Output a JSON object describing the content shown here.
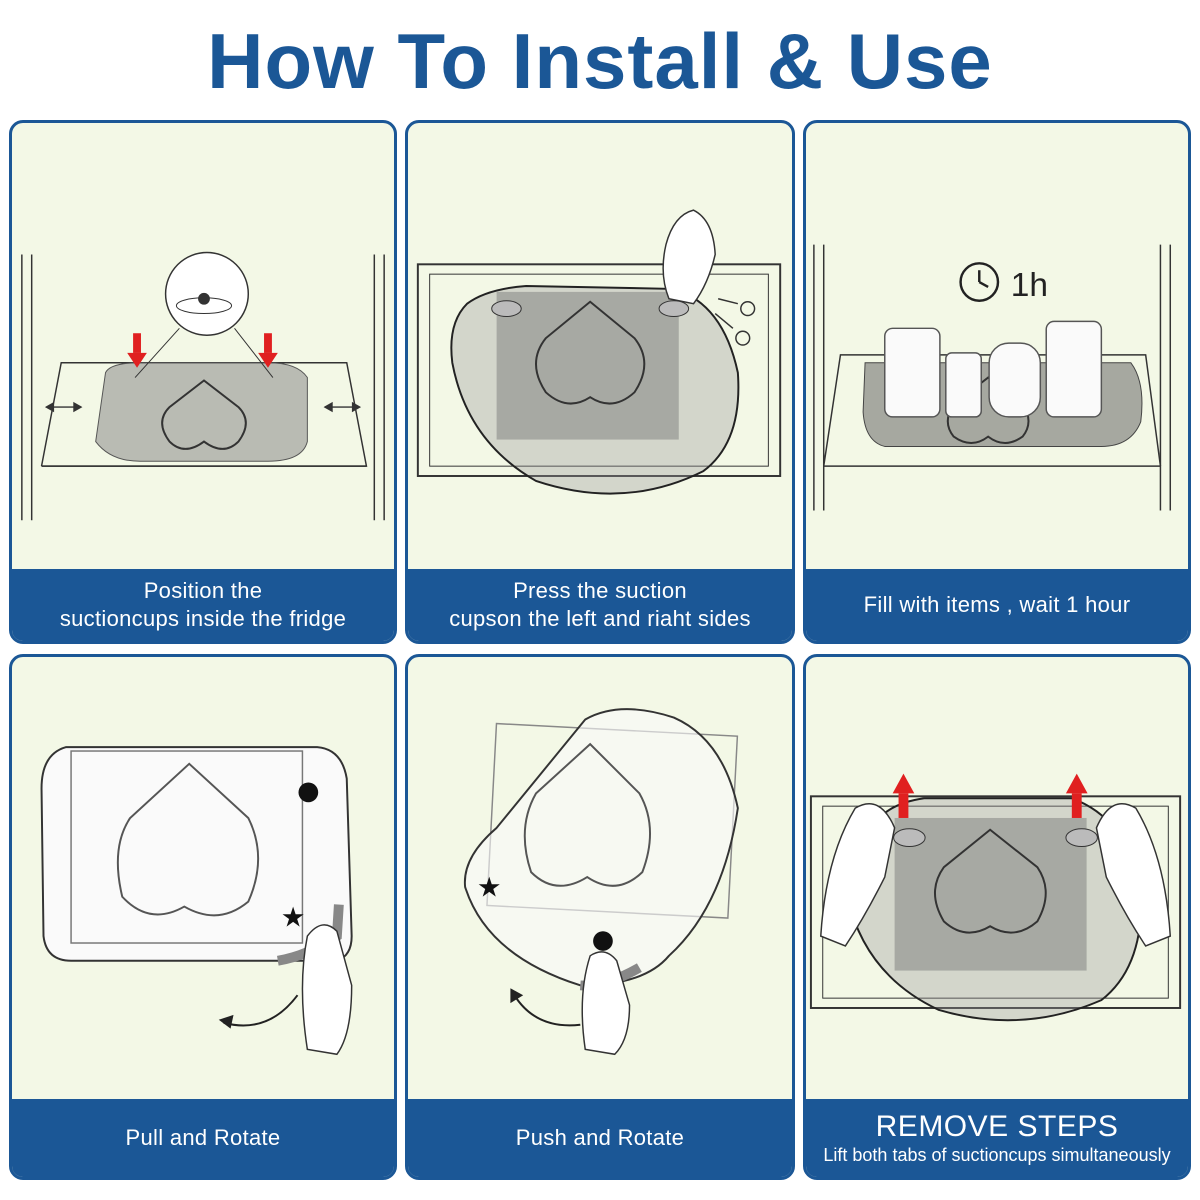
{
  "title": "How To Install & Use",
  "colors": {
    "brand_blue": "#1b5796",
    "panel_bg": "#f3f8e6",
    "arrow_red": "#e02020"
  },
  "steps": [
    {
      "lines": [
        "Position the",
        "suctioncups inside the fridge"
      ]
    },
    {
      "lines": [
        "Press the suction",
        "cupson the left and riaht sides"
      ]
    },
    {
      "lines": [
        "Fill with items , wait 1 hour"
      ],
      "timer_label": "1h"
    },
    {
      "lines": [
        "Pull and Rotate"
      ]
    },
    {
      "lines": [
        "Push and Rotate"
      ]
    },
    {
      "heading": "REMOVE STEPS",
      "lines": [
        "Lift both tabs of suctioncups simultaneously"
      ]
    }
  ],
  "icons": [
    "clock-icon",
    "star-icon",
    "dot-icon",
    "curved-arrow-icon",
    "red-down-arrow-icon",
    "red-up-arrow-icon",
    "hand-icon",
    "double-arrow-icon"
  ]
}
